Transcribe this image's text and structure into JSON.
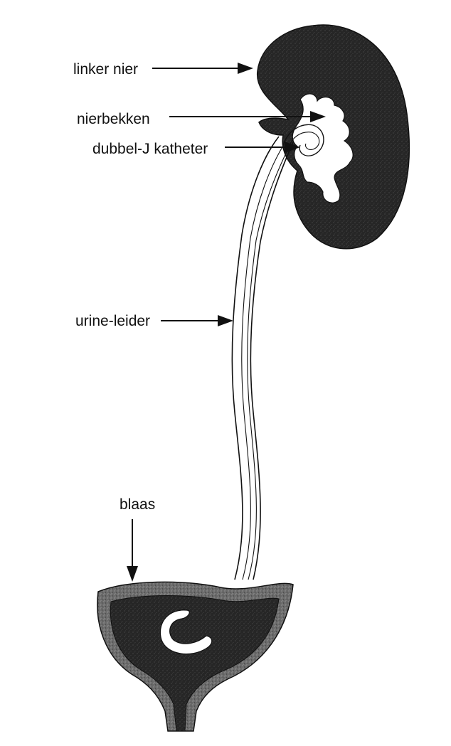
{
  "labels": {
    "left_kidney": "linker nier",
    "renal_pelvis": "nierbekken",
    "double_j_catheter": "dubbel-J katheter",
    "ureter": "urine-leider",
    "bladder": "blaas"
  },
  "colors": {
    "tissue_dark": "#2a2a2a",
    "tissue_wall": "#6e6e6e",
    "line": "#111111",
    "background": "#ffffff"
  }
}
